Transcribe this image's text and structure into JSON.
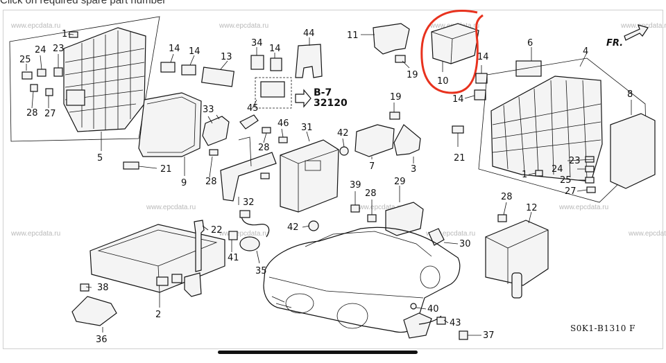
{
  "page": {
    "caption": "Click on required spare part number",
    "diagram_code": "S0K1-B1310 F",
    "direction_label": "FR.",
    "ref_section": "B-7",
    "ref_number": "32120",
    "watermark": "www.epcdata.ru",
    "highlight_color": "#e8321e"
  },
  "callouts": [
    {
      "id": "c1a",
      "text": "1"
    },
    {
      "id": "c25a",
      "text": "25"
    },
    {
      "id": "c24a",
      "text": "24"
    },
    {
      "id": "c23a",
      "text": "23"
    },
    {
      "id": "c28a",
      "text": "28"
    },
    {
      "id": "c27a",
      "text": "27"
    },
    {
      "id": "c5",
      "text": "5"
    },
    {
      "id": "c21a",
      "text": "21"
    },
    {
      "id": "c9",
      "text": "9"
    },
    {
      "id": "c14a",
      "text": "14"
    },
    {
      "id": "c14b",
      "text": "14"
    },
    {
      "id": "c13",
      "text": "13"
    },
    {
      "id": "c34",
      "text": "34"
    },
    {
      "id": "c14c",
      "text": "14"
    },
    {
      "id": "c44",
      "text": "44"
    },
    {
      "id": "c11",
      "text": "11"
    },
    {
      "id": "c19a",
      "text": "19"
    },
    {
      "id": "c10",
      "text": "10"
    },
    {
      "id": "c14d",
      "text": "14"
    },
    {
      "id": "c14e",
      "text": "14"
    },
    {
      "id": "c6",
      "text": "6"
    },
    {
      "id": "c4",
      "text": "4"
    },
    {
      "id": "c8",
      "text": "8"
    },
    {
      "id": "c33",
      "text": "33"
    },
    {
      "id": "c45",
      "text": "45"
    },
    {
      "id": "c46",
      "text": "46"
    },
    {
      "id": "c28b",
      "text": "28"
    },
    {
      "id": "c28c",
      "text": "28"
    },
    {
      "id": "c31",
      "text": "31"
    },
    {
      "id": "c42a",
      "text": "42"
    },
    {
      "id": "c19b",
      "text": "19"
    },
    {
      "id": "c7",
      "text": "7"
    },
    {
      "id": "c3",
      "text": "3"
    },
    {
      "id": "c21b",
      "text": "21"
    },
    {
      "id": "c23b",
      "text": "23"
    },
    {
      "id": "c1b",
      "text": "1"
    },
    {
      "id": "c24b",
      "text": "24"
    },
    {
      "id": "c25b",
      "text": "25"
    },
    {
      "id": "c27b",
      "text": "27"
    },
    {
      "id": "c32",
      "text": "32"
    },
    {
      "id": "c39",
      "text": "39"
    },
    {
      "id": "c28d",
      "text": "28"
    },
    {
      "id": "c29",
      "text": "29"
    },
    {
      "id": "c28e",
      "text": "28"
    },
    {
      "id": "c12",
      "text": "12"
    },
    {
      "id": "c42b",
      "text": "42"
    },
    {
      "id": "c22",
      "text": "22"
    },
    {
      "id": "c41",
      "text": "41"
    },
    {
      "id": "c35",
      "text": "35"
    },
    {
      "id": "c30",
      "text": "30"
    },
    {
      "id": "c38",
      "text": "38"
    },
    {
      "id": "c2",
      "text": "2"
    },
    {
      "id": "c36",
      "text": "36"
    },
    {
      "id": "c40",
      "text": "40"
    },
    {
      "id": "c43",
      "text": "43"
    },
    {
      "id": "c37",
      "text": "37"
    }
  ]
}
